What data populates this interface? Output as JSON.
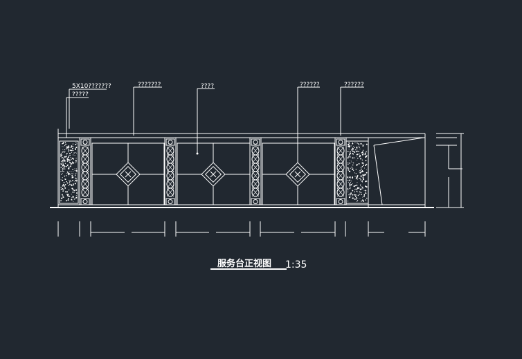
{
  "drawing": {
    "background": "#212830",
    "line_color": "#ffffff",
    "annotations": {
      "label1": "5X10???????",
      "label2": "?????",
      "label3": "???????",
      "label4": "????",
      "label5": "??????",
      "label6": "??????"
    },
    "title": "服务台正视图",
    "scale": "1:35"
  }
}
